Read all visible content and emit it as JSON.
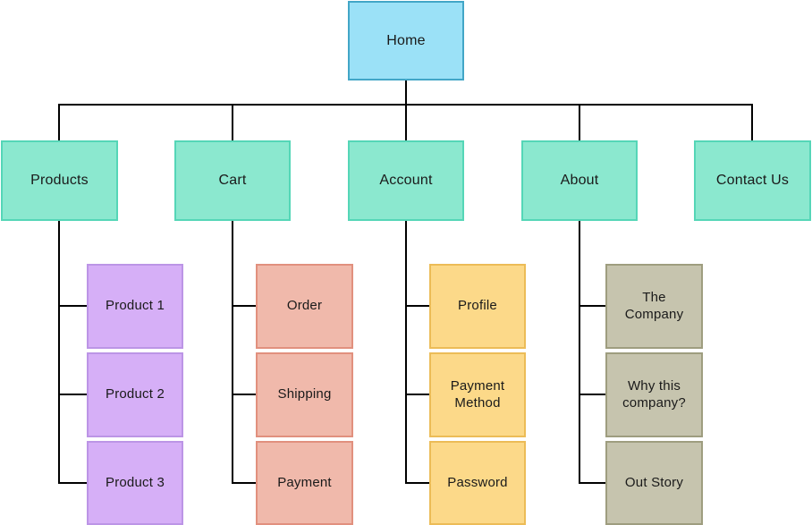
{
  "colors": {
    "connector": "#000000",
    "root": {
      "fill": "#9BE1F7",
      "border": "#42A6C7"
    },
    "level2": {
      "fill": "#8BE8CF",
      "border": "#55D6B7"
    },
    "products_children": {
      "fill": "#D6AFF7",
      "border": "#BC95E6"
    },
    "cart_children": {
      "fill": "#F0B9AB",
      "border": "#E1907E"
    },
    "account_children": {
      "fill": "#FCD989",
      "border": "#ECBC57"
    },
    "about_children": {
      "fill": "#C6C4AE",
      "border": "#9E9D7F"
    }
  },
  "sitemap": {
    "root": {
      "label": "Home"
    },
    "sections": [
      {
        "label": "Products",
        "children": [
          {
            "label": "Product 1"
          },
          {
            "label": "Product 2"
          },
          {
            "label": "Product 3"
          }
        ]
      },
      {
        "label": "Cart",
        "children": [
          {
            "label": "Order"
          },
          {
            "label": "Shipping"
          },
          {
            "label": "Payment"
          }
        ]
      },
      {
        "label": "Account",
        "children": [
          {
            "label": "Profile"
          },
          {
            "label": "Payment Method"
          },
          {
            "label": "Password"
          }
        ]
      },
      {
        "label": "About",
        "children": [
          {
            "label": "The Company"
          },
          {
            "label": "Why this company?"
          },
          {
            "label": "Out Story"
          }
        ]
      },
      {
        "label": "Contact Us",
        "children": []
      }
    ]
  }
}
